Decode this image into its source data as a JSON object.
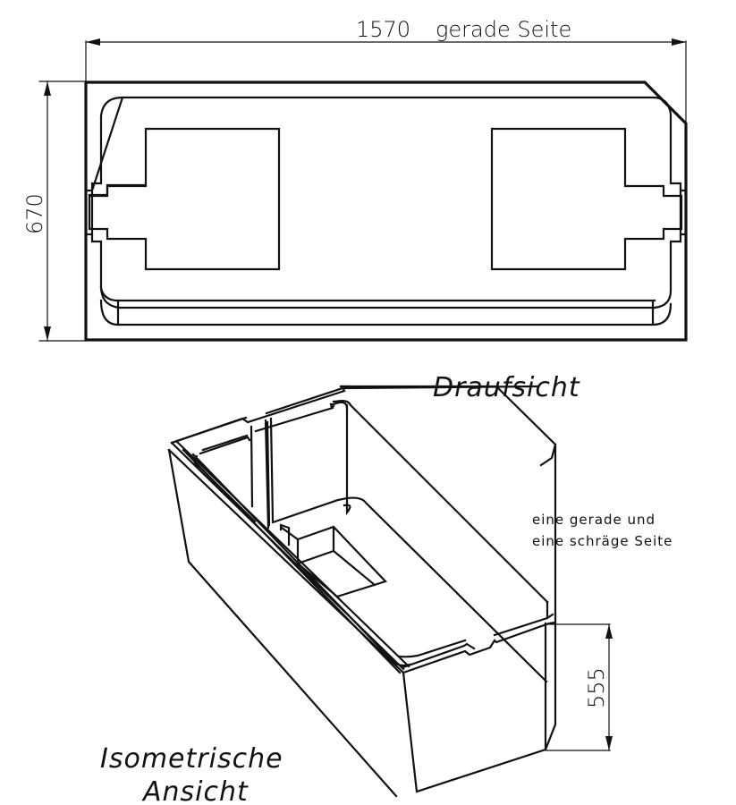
{
  "drawing": {
    "type": "technical-drawing",
    "subject": "bathtub"
  },
  "top_view": {
    "title": "Draufsicht",
    "dimensions": {
      "length_value": "1570",
      "length_label": "gerade Seite",
      "width_value": "670"
    }
  },
  "iso_view": {
    "title_line1": "Isometrische",
    "title_line2": "Ansicht",
    "height_value": "555",
    "note_line1": "eine gerade und",
    "note_line2": "eine schräge Seite"
  },
  "colors": {
    "line": "#111111",
    "background": "#ffffff"
  }
}
